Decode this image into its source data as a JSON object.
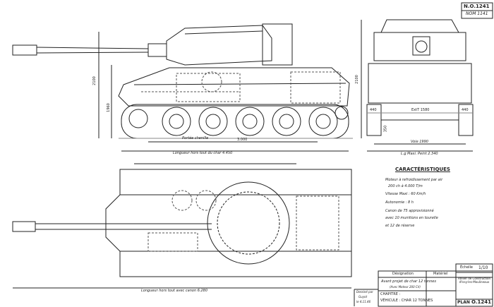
{
  "plan_box": {
    "number": "N.O.1241",
    "handwritten": "NOM 1141"
  },
  "side_view": {
    "dims": {
      "total_height": "2100",
      "ground_height": "1960",
      "track_contact": "Portée chenille",
      "track_contact_value": "3.000",
      "length_without_gun": "Longueur hors tout du char 4.450"
    }
  },
  "front_view": {
    "dims": {
      "total_height": "2100",
      "left_track": "440",
      "between_tracks": "ExtT 1580",
      "right_track": "440",
      "ground_clearance": "350",
      "track_gauge": "Voie 1990",
      "overall_width": "L.g Maxi. Peint 2.340"
    }
  },
  "top_view": {
    "dims": {
      "length_with_gun": "Longueur hors tout avec canon 6.280"
    }
  },
  "characteristics": {
    "title": "CARACTÉRISTIQUES",
    "lines": [
      "Moteur à refroidissement par air",
      "200 ch à 4.000 T/m",
      "Vitesse Maxi : 60 Km/h",
      "Autonomie : 8 h",
      "Canon de 75 approvisionné",
      "avec 10 munitions en tourelle",
      "et 12 de réserve"
    ]
  },
  "title_block": {
    "designation_label": "Désignation",
    "material_label": "Matériel",
    "designation": "Avant projet de char 12 tonnes",
    "designation_note": "(Avec Moteur 200 CV)",
    "drawn_by_label": "Dessiné par",
    "drawn_by": "Guyot",
    "date": "le 4.11.46",
    "chapter": "CHAPITRE :",
    "vehicle": "VÉHICULE : CHAR 12 TONNES",
    "scale_label": "Échelle",
    "scale": "1/10",
    "atelier": "Atelier de Construction d'Issy-les-Moulineaux",
    "plan_label": "PLAN",
    "plan_number": "O.1241"
  }
}
